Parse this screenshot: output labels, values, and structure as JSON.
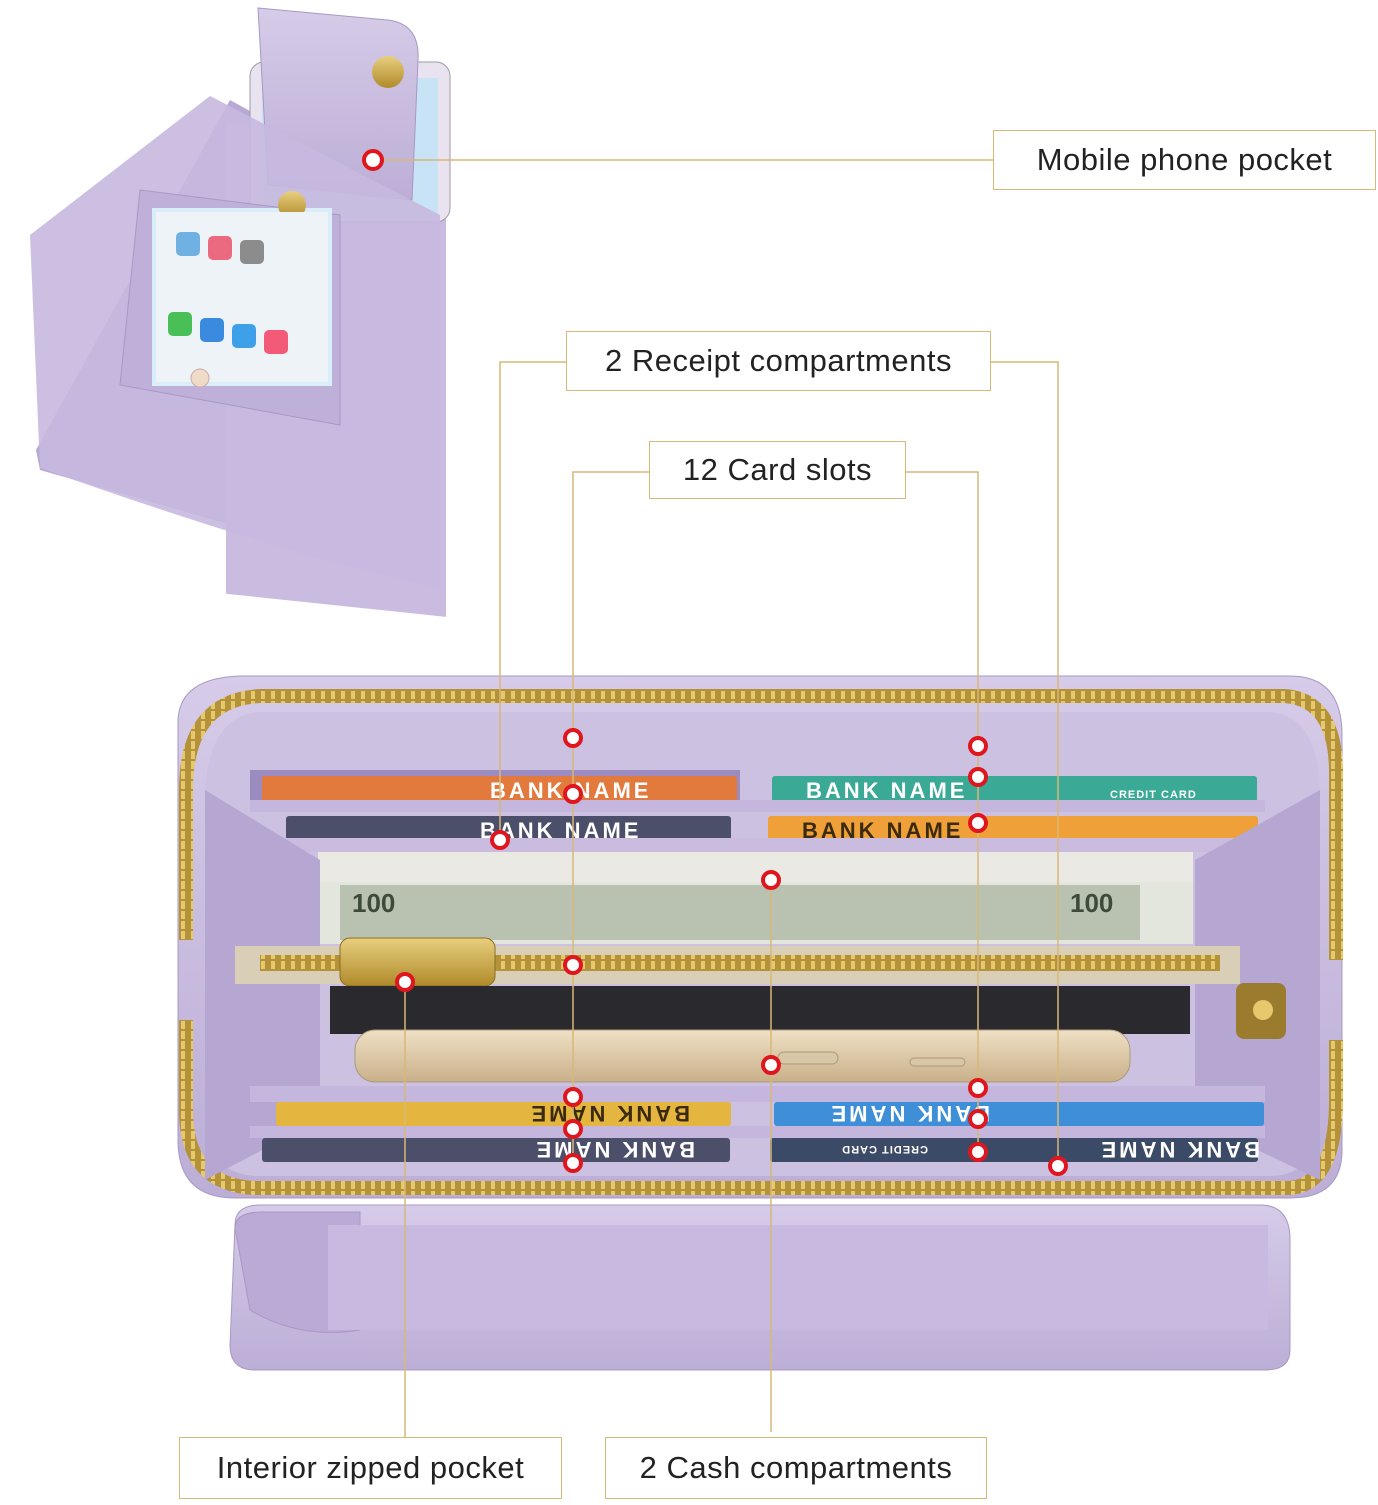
{
  "callouts": {
    "phone_pocket": "Mobile phone pocket",
    "receipt": "2 Receipt compartments",
    "card_slots": "12 Card slots",
    "zipped_pocket": "Interior zipped pocket",
    "cash": "2 Cash compartments"
  },
  "printed_text": {
    "bank_name": "BANK NAME",
    "credit_card": "CREDIT CARD",
    "banknote": "100"
  },
  "colors": {
    "leather": "#cbbde0",
    "leather_dark": "#a898c6",
    "leader_line": "#d7b878",
    "marker": "#e0161e",
    "zipper": "#c9a13f"
  }
}
